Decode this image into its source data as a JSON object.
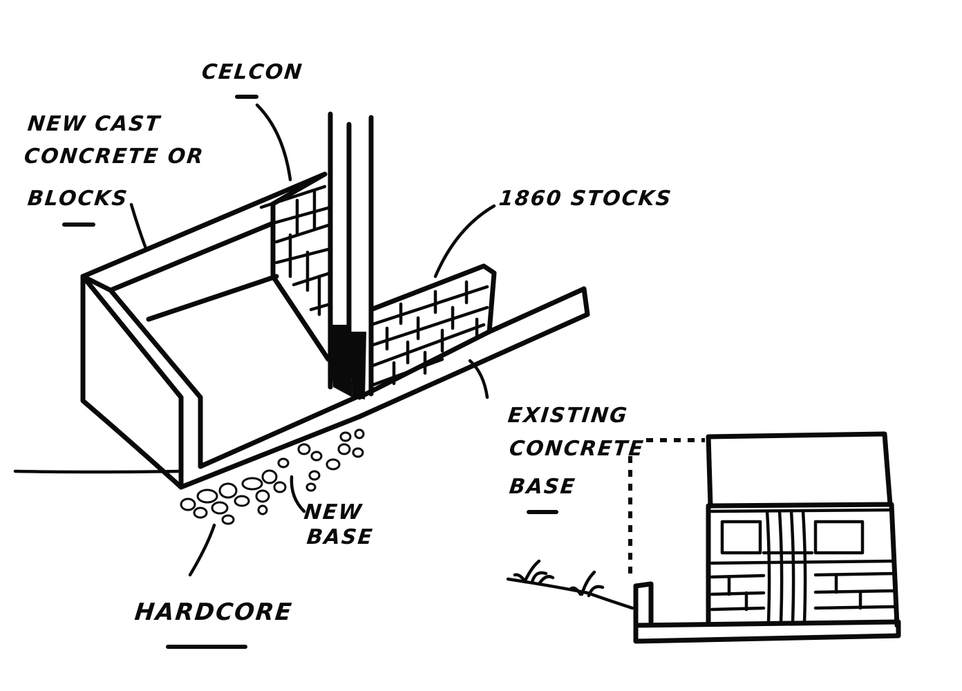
{
  "labels": {
    "celcon": "CELCON",
    "new_cast_line1": "NEW CAST",
    "new_cast_line2": "CONCRETE OR",
    "new_cast_line3": "BLOCKS",
    "stocks": "1860 STOCKS",
    "existing_line1": "EXISTING",
    "existing_line2": "CONCRETE",
    "existing_line3": "BASE",
    "new_base_line1": "NEW",
    "new_base_line2": "BASE",
    "hardcore": "HARDCORE"
  },
  "colors": {
    "ink": "#0a0a0a",
    "paper": "#ffffff"
  }
}
